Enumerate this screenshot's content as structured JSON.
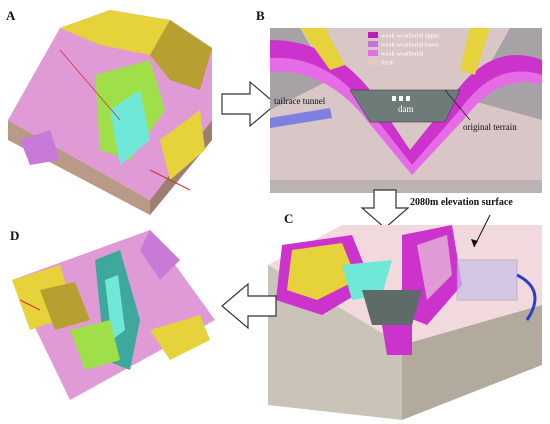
{
  "panels": {
    "a": {
      "label": "A"
    },
    "b": {
      "label": "B",
      "legend": [
        {
          "text": "weak weathered upper",
          "color": "#b81fb8"
        },
        {
          "text": "weak weathered lower",
          "color": "#c86fd8"
        },
        {
          "text": "weak weathered",
          "color": "#e66be6"
        },
        {
          "text": "fresh",
          "color": "#e9c7c7"
        }
      ],
      "annotations": {
        "tailrace": "tailrace tunnel",
        "dam": "dam",
        "terrain": "original terrain"
      }
    },
    "c": {
      "label": "C",
      "annotation": "2080m elevation surface"
    },
    "d": {
      "label": "D"
    }
  },
  "colors": {
    "pink": "#e09ad6",
    "violet": "#c77ad8",
    "magenta": "#cc33cc",
    "yellow": "#e6d23a",
    "olive": "#b8a030",
    "cyan": "#6fe8d8",
    "green": "#9fe04a",
    "tan": "#cfc7b8",
    "gray": "#8f8f8f",
    "arrow": "#ffffff"
  }
}
